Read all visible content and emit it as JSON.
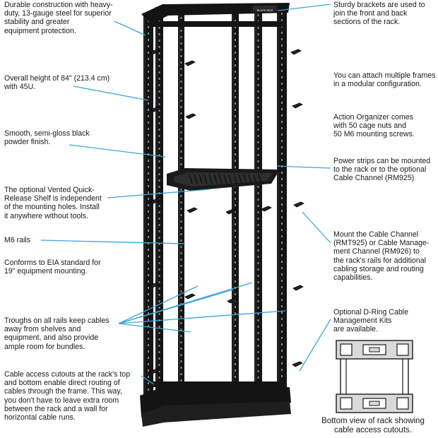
{
  "callouts": {
    "construction": "Durable construction with heavy-\nduty, 13-gauge steel for superior\nstability and greater\nequipment  protection.",
    "height": "Overall height of 84\" (213.4 cm)\nwith 45U.",
    "finish": "Smooth, semi-gloss black\npowder finish.",
    "shelf": "The optional Vented Quick-\nRelease Shelf is independent\nof the mounting holes. Install\nit anywhere without tools.",
    "rails": "M6 rails",
    "eia": "Conforms to EIA standard for\n19\" equipment mounting.",
    "troughs": "Troughs on all rails keep cables\naway from shelves and\nequipment, and also provide\nample room for bundles.",
    "cutouts": "Cable access cutouts at the rack's top\nand bottom enable direct routing of\ncables through the frame. This way,\nyou don't have to leave extra room\nbetween the rack and a wall for\nhorizontal cable runs.",
    "brackets": "Sturdy brackets are used to\njoin the front and back\nsections of the rack.",
    "frames": "You can attach multiple frames\nin a modular configuration.",
    "organizer": "Action Organizer comes\nwith 50 cage nuts and\n50 M6 mounting screws.",
    "power": "Power strips can be mounted\nto the rack or to the optional\nCable Channel (RM925)",
    "channel": "Mount the Cable Channel\n(RMT925) or Cable Manage-\nment Channel (RM926) to\nthe rack's rails for additional\ncabling storage and routing\ncapabilities.",
    "dring": "Optional D-Ring Cable\nManagement Kits\nare  available."
  },
  "bottom_view_caption": "Bottom view of rack showing\ncable access cutouts.",
  "brand_mark": "BLACK BOX",
  "colors": {
    "rack": "#141414",
    "rack_highlight": "#3a3a3a",
    "leader": "#3aa6dc",
    "text": "#1a1a1a",
    "bottom_view_fill": "#d9d9d9"
  }
}
